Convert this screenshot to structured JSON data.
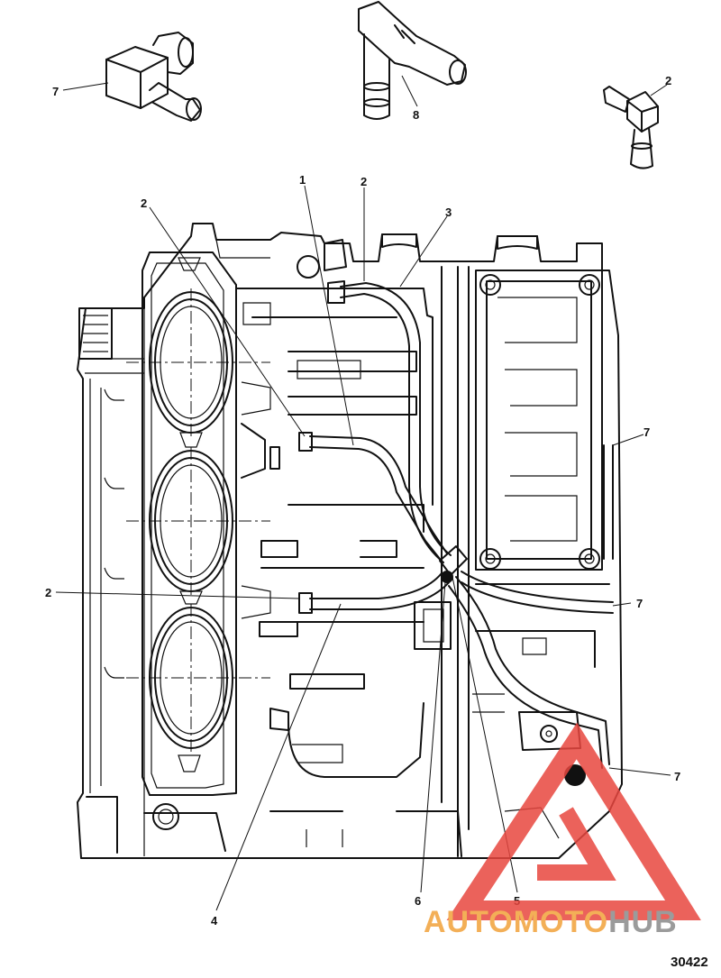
{
  "callouts": {
    "fitting_left": "7",
    "fitting_center": "8",
    "fitting_right": "2",
    "top_1": "1",
    "top_2": "2",
    "top_3": "3",
    "left_upper_2": "2",
    "left_mid_2": "2",
    "right_7_upper": "7",
    "right_7_mid": "7",
    "right_7_lower": "7",
    "bottom_4": "4",
    "bottom_6": "6",
    "bottom_5": "5"
  },
  "figure_number": "30422",
  "watermark": {
    "part1": "AUTOMOTO",
    "part2": "HUB",
    "color_orange": "#f2a23a",
    "color_gray": "#8a8a8a",
    "color_red": "#e8473f"
  }
}
